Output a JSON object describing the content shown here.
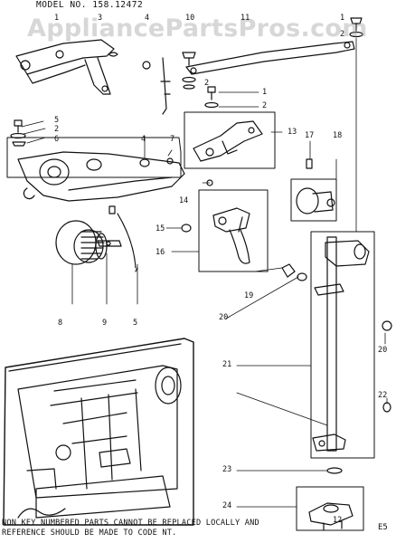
{
  "header": {
    "model": "MODEL NO. 158.12472"
  },
  "watermark": "AppliancePartsPros.com",
  "callouts": [
    "1",
    "3",
    "4",
    "10",
    "11",
    "1",
    "2",
    "2",
    "1",
    "2",
    "5",
    "2",
    "6",
    "4",
    "7",
    "13",
    "17",
    "18",
    "14",
    "15",
    "16",
    "8",
    "9",
    "5",
    "19",
    "20",
    "20",
    "21",
    "22",
    "23",
    "24",
    "12"
  ],
  "footnote": [
    "NON KEY NUMBERED PARTS CANNOT BE REPLACED LOCALLY AND",
    "REFERENCE SHOULD BE MADE TO CODE NT."
  ],
  "code": "E5"
}
